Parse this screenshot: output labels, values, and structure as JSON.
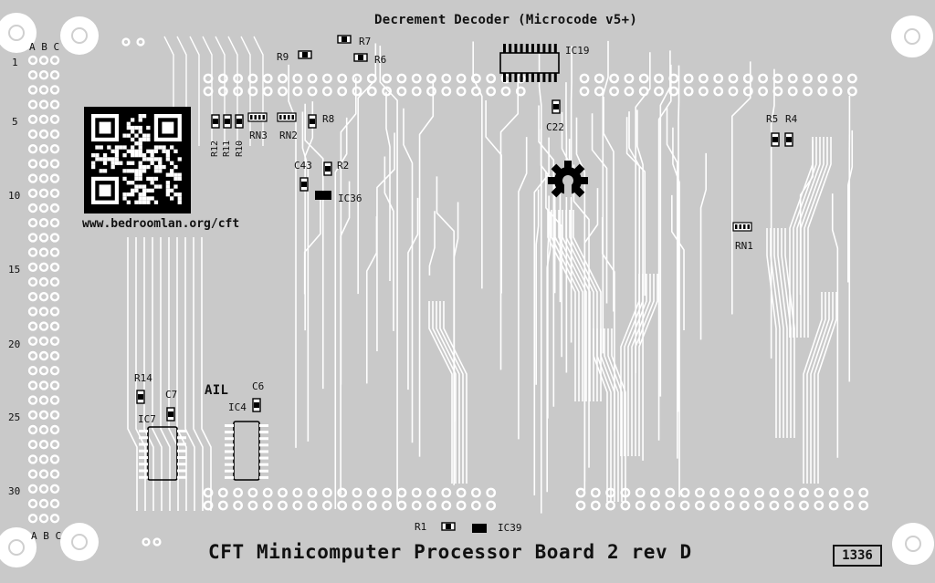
{
  "board": {
    "title": "Decrement Decoder (Microcode v5+)",
    "bottom_label": "CFT Minicomputer Processor Board 2 rev D",
    "url": "www.bedroomlan.org/cft",
    "board_number": "1336",
    "ail_label": "AIL"
  },
  "connector": {
    "column_labels_top": "A B C",
    "column_labels_bottom": "A B C",
    "row_labels": [
      "1",
      "5",
      "10",
      "15",
      "20",
      "25",
      "30"
    ]
  },
  "components": {
    "ic19": "IC19",
    "c22": "C22",
    "r7": "R7",
    "r9": "R9",
    "r6": "R6",
    "r8": "R8",
    "r12": "R12",
    "r11": "R11",
    "r10": "R10",
    "rn3": "RN3",
    "rn2": "RN2",
    "c43": "C43",
    "r2": "R2",
    "ic36": "IC36",
    "r5": "R5",
    "r4": "R4",
    "rn1": "RN1",
    "r14": "R14",
    "c7": "C7",
    "ic7": "IC7",
    "c6": "C6",
    "ic4": "IC4",
    "r1": "R1",
    "ic39": "IC39"
  },
  "icons": {
    "logo": "open-source-hardware-gear-icon",
    "qr": "qr-code-icon"
  },
  "colors": {
    "board": "#c9c9c9",
    "trace": "#ffffff",
    "silkscreen": "#111111"
  }
}
